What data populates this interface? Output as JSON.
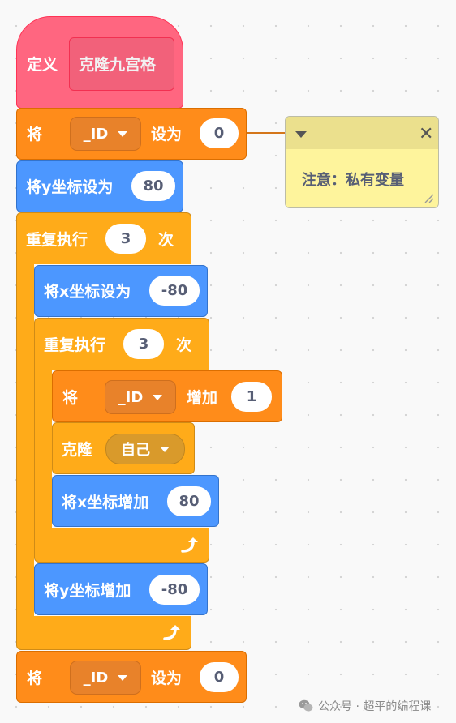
{
  "define": {
    "label": "定义",
    "name": "克隆九宫格"
  },
  "set_id_top": {
    "prefix": "将",
    "variable": "_ID",
    "middle": "设为",
    "value": "0"
  },
  "comment": {
    "text": "注意：私有变量"
  },
  "set_y": {
    "label": "将y坐标设为",
    "value": "80"
  },
  "repeat_outer": {
    "label": "重复执行",
    "times": "3",
    "suffix": "次"
  },
  "set_x": {
    "label": "将x坐标设为",
    "value": "-80"
  },
  "repeat_inner": {
    "label": "重复执行",
    "times": "3",
    "suffix": "次"
  },
  "change_id": {
    "prefix": "将",
    "variable": "_ID",
    "middle": "增加",
    "value": "1"
  },
  "clone": {
    "label": "克隆",
    "target": "自己"
  },
  "change_x": {
    "label": "将x坐标增加",
    "value": "80"
  },
  "change_y": {
    "label": "将y坐标增加",
    "value": "-80"
  },
  "set_id_bottom": {
    "prefix": "将",
    "variable": "_ID",
    "middle": "设为",
    "value": "0"
  },
  "watermark": {
    "text": "公众号 · 超平的编程课"
  },
  "colors": {
    "events_pink": "#ff6680",
    "variables_orange": "#ff8c1a",
    "motion_blue": "#4c97ff",
    "control_yellow": "#ffab19",
    "comment_yellow": "#fef49c"
  }
}
